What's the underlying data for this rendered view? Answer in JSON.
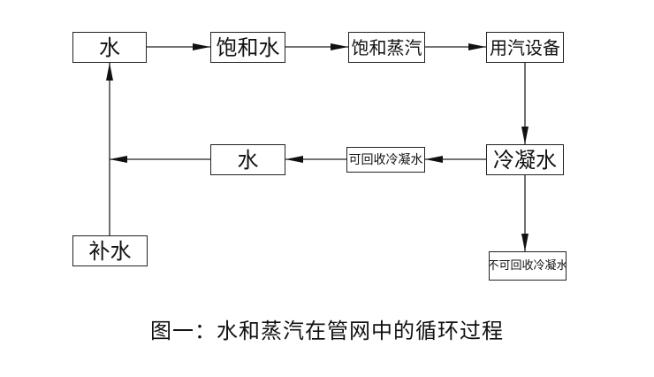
{
  "nodes": {
    "water_top": "水",
    "saturated_water": "饱和水",
    "saturated_steam": "饱和蒸汽",
    "steam_equipment": "用汽设备",
    "condensate": "冷凝水",
    "recoverable_condensate": "可回收冷凝水",
    "water_middle": "水",
    "makeup_water": "补水",
    "nonrecoverable_condensate": "不可回收冷凝水"
  },
  "caption": "图一：水和蒸汽在管网中的循环过程"
}
